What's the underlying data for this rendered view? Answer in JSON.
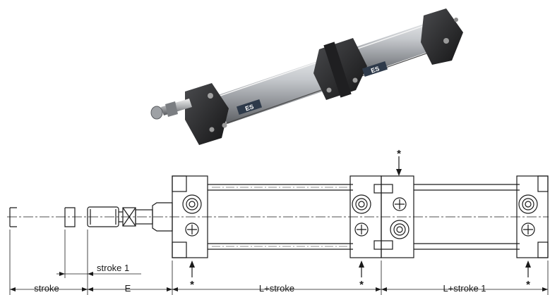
{
  "photo": {
    "badges": [
      "ES",
      "ES"
    ]
  },
  "drawing": {
    "port_marker": "*",
    "dimensions": {
      "stroke_1_top": "stroke 1",
      "stroke": "stroke",
      "e": "E",
      "l_stroke": "L+stroke",
      "l_stroke_1": "L+stroke 1"
    }
  },
  "colors": {
    "line": "#1a1a1a",
    "photo_body": "#b9bcc0",
    "photo_caps": "#2a2a2c"
  }
}
